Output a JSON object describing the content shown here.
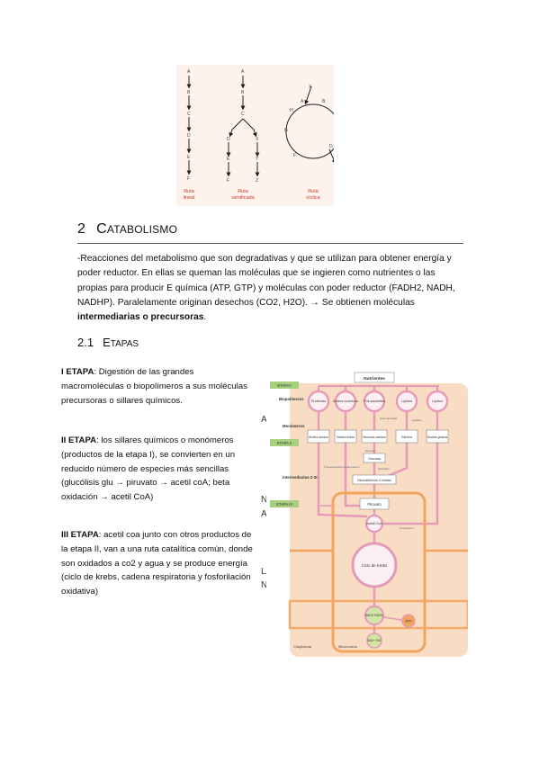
{
  "top_figure": {
    "route_labels": [
      [
        "Ruta",
        "lineal"
      ],
      [
        "Ruta",
        "ramificada"
      ],
      [
        "Ruta",
        "cíclica"
      ]
    ]
  },
  "section": {
    "number": "2",
    "title_first": "C",
    "title_rest": "atabolismo"
  },
  "intro": {
    "text_normal": "-Reacciones del metabolismo que son degradativas y que se utilizan para obtener energía y poder reductor. En ellas se queman las moléculas que se ingieren como nutrientes o las propias para producir E química (ATP, GTP) y moléculas con poder reductor (FADH2, NADH, NADHP). Paralelamente originan desechos (CO2, H2O). → Se obtienen moléculas ",
    "text_bold": "intermediarias o precursoras",
    "text_end": "."
  },
  "subsection": {
    "number": "2.1",
    "title_first": "E",
    "title_rest": "tapas"
  },
  "stages": [
    {
      "label": "I ETAPA",
      "text": ": Digestión de las grandes macromoléculas o biopolímeros a sus moléculas precursoras o sillares químicos."
    },
    {
      "label": "II ETAPA",
      "text": ": los sillares químicos o monómeros (productos de la etapa I), se convierten en un reducido número de especies más sencillas (glucólisis glu → piruvato → acetil coA; beta oxidación → acetil CoA)"
    },
    {
      "label": "III ETAPA",
      "text": ": acetil coa junto con otros productos de la etapa II, van a una ruta catalítica común, donde son oxidados a co2 y agua y se produce energía (ciclo de krebs, cadena respiratoria y fosforilación oxidativa)"
    }
  ],
  "cut_fragments": [
    "AS",
    "N",
    "AS",
    "LA",
    "N,"
  ],
  "diagram": {
    "nutrients": "Nutrientes",
    "stage_tags": [
      "ETAPA I",
      "ETAPA II",
      "ETAPA III"
    ],
    "row_labels": [
      "Biopolímeros",
      "Monómeros",
      "Intermediarios 2-3C"
    ],
    "biopolymers": [
      "Proteínas",
      "Ácidos nucleicos",
      "Poli-sacáridos",
      "Lípidos",
      "Lípidos"
    ],
    "monomers": [
      "Amino-ácidos",
      "Nucleó-tidos",
      "Monosa-cáridos",
      "Glicerol",
      "Ácidos grasos"
    ],
    "minor_labels": [
      "Glucogenólisis",
      "Lipólisis",
      "Transaminación Deaminación",
      "Hexokin.",
      "Glucólisis",
      "β-oxidación"
    ],
    "glucose": "Glucosa",
    "g3p": "Gliceraldehído-3-fosfato",
    "pyruvate": "Piruvato",
    "acetyl": "Acetil CoA",
    "krebs": "Ciclo de Krebs",
    "nadh": "NADH FADH₂",
    "nad": "NAD⁺ FAD",
    "atp": "ATP",
    "cytoplasm": "Citoplasma",
    "mitochondria": "Mitocondria",
    "colors": {
      "background": "#f8dcc4",
      "orange": "#f3a55f",
      "pink": "#e79ab8",
      "green_tag": "#a8cf7c",
      "green_circle": "#cfe6a5"
    }
  }
}
